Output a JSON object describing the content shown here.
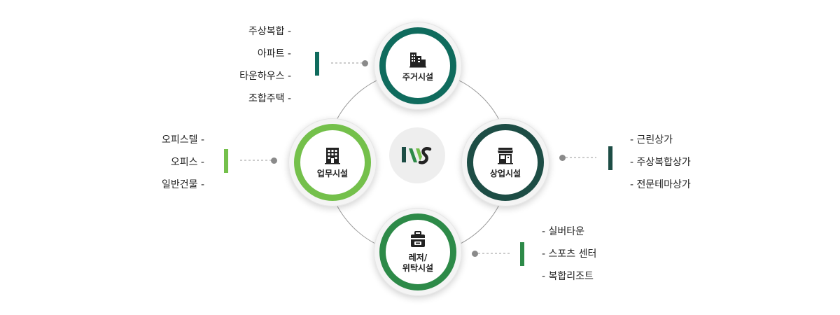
{
  "categories": {
    "residential": {
      "label": "주거시설",
      "icon": "apartment-building-icon",
      "color": "#0f6b5d",
      "items": [
        "주상복합 -",
        "아파트 -",
        "타운하우스 -",
        "조합주택 -"
      ]
    },
    "office": {
      "label": "업무시설",
      "icon": "office-building-icon",
      "color": "#74c04b",
      "items": [
        "오피스텔 -",
        "오피스 -",
        "일반건물 -"
      ]
    },
    "commercial": {
      "label": "상업시설",
      "icon": "storefront-icon",
      "color": "#1d4d45",
      "items": [
        "- 근린상가",
        "- 주상복합상가",
        "- 전문테마상가"
      ]
    },
    "leisure": {
      "label": "레저/\n위탁시설",
      "icon": "suitcase-icon",
      "color": "#2d8a48",
      "items": [
        "- 실버타운",
        "- 스포츠 센터",
        "- 복합리조트"
      ]
    }
  },
  "center": {
    "icon": "company-logo-icon"
  }
}
